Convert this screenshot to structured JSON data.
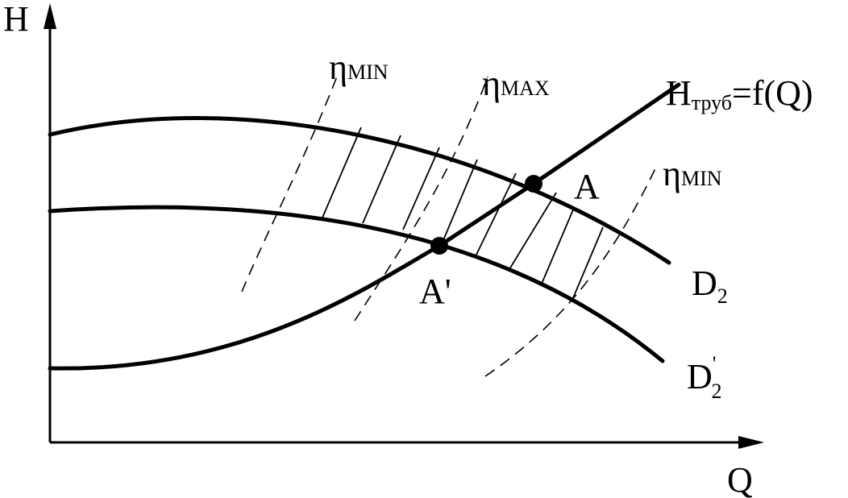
{
  "axes": {
    "y_label": "H",
    "x_label": "Q"
  },
  "curves": {
    "pipe_main": "H",
    "pipe_sub": "труб",
    "pipe_rest": "=f(Q)",
    "d2_main": "D",
    "d2_sub": "2",
    "d2p_main": "D",
    "d2p_prime": "'",
    "d2p_sub": "2"
  },
  "efficiency": {
    "eta": "η",
    "min_left_sub": "MIN",
    "max_sub": "MAX",
    "min_right_sub": "MIN"
  },
  "points": {
    "a_label": "A",
    "a_prime_label": "A'"
  }
}
